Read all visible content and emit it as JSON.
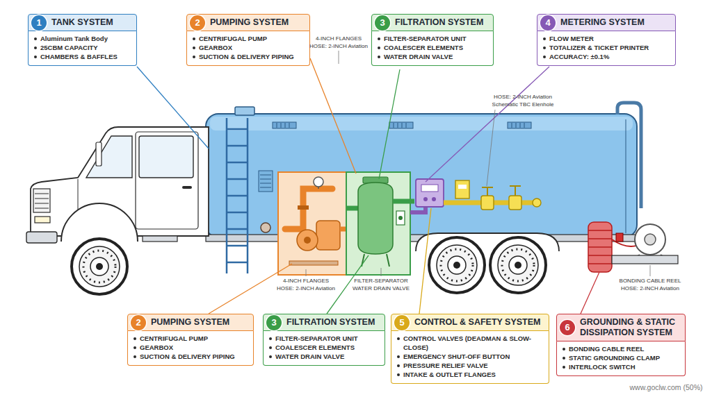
{
  "diagram": {
    "nodes": [
      {
        "text": [
          "TANK SYSTEM",
          "Aluminum Tank Body",
          "25CBM CAPACITY",
          "CHAMBERS & BAFFLES"
        ]
      },
      {
        "text": [
          "1"
        ],
        "in": 0
      },
      {
        "text": [
          "PUMPING SYSTEM",
          "CENTRIFUGAL PUMP",
          "GEARBOX",
          "SUCTION & DELIVERY PIPING"
        ]
      },
      {
        "text": [
          "2"
        ],
        "in": 2
      },
      {
        "text": [
          "FILTRATION SYSTEM",
          "FILTER-SEPARATOR UNIT",
          "COALESCER ELEMENTS",
          "WATER DRAIN VALVE"
        ]
      },
      {
        "text": [
          "3"
        ],
        "in": 4
      },
      {
        "text": [
          "METERING SYSTEM",
          "FLOW METER",
          "TOTALIZER & TICKET PRINTER",
          "ACCURACY: ±0.1%"
        ]
      },
      {
        "text": [
          "4"
        ],
        "in": 6
      },
      {
        "text": [
          "PUMPING SYSTEM",
          "CENTRIFUGAL PUMP",
          "GEARBOX",
          "SUCTION & DELIVERY PIPING"
        ]
      },
      {
        "text": [
          "2"
        ],
        "in": 8
      },
      {
        "text": [
          "FILTRATION SYSTEM",
          "FILTER-SEPARATOR UNIT",
          "COALESCER ELEMENTS",
          "WATER DRAIN VALVE"
        ]
      },
      {
        "text": [
          "3"
        ],
        "in": 10
      },
      {
        "text": [
          "CONTROL & SAFETY SYSTEM",
          "CONTROL VALVES (DEADMAN & SLOW-CLOSE)",
          "EMERGENCY SHUT-OFF BUTTON",
          "PRESSURE RELIEF VALVE",
          "INTAKE & OUTLET FLANGES"
        ]
      },
      {
        "text": [
          "5"
        ],
        "in": 12
      },
      {
        "text": [
          "GROUNDING & STATIC DISSIPATION SYSTEM",
          "BONDING CABLE REEL",
          "STATIC GROUNDING CLAMP",
          "INTERLOCK SWITCH"
        ]
      },
      {
        "text": [
          "6"
        ],
        "in": 14
      }
    ],
    "labels": [
      "4-INCH FLANGES",
      "HOSE: 2-INCH Aviation",
      "HOSE: 2-INCH Aviation",
      "Schematic TBC Elenhole",
      "4-INCH FLANGES",
      "HOSE: 2-INCH Aviation",
      "FILTER-SEPARATOR",
      "WATER DRAIN VALVE",
      "BONDING CABLE REEL",
      "HOSE: 2-INCH Aviation",
      "www.goclw.com (50%)"
    ]
  }
}
